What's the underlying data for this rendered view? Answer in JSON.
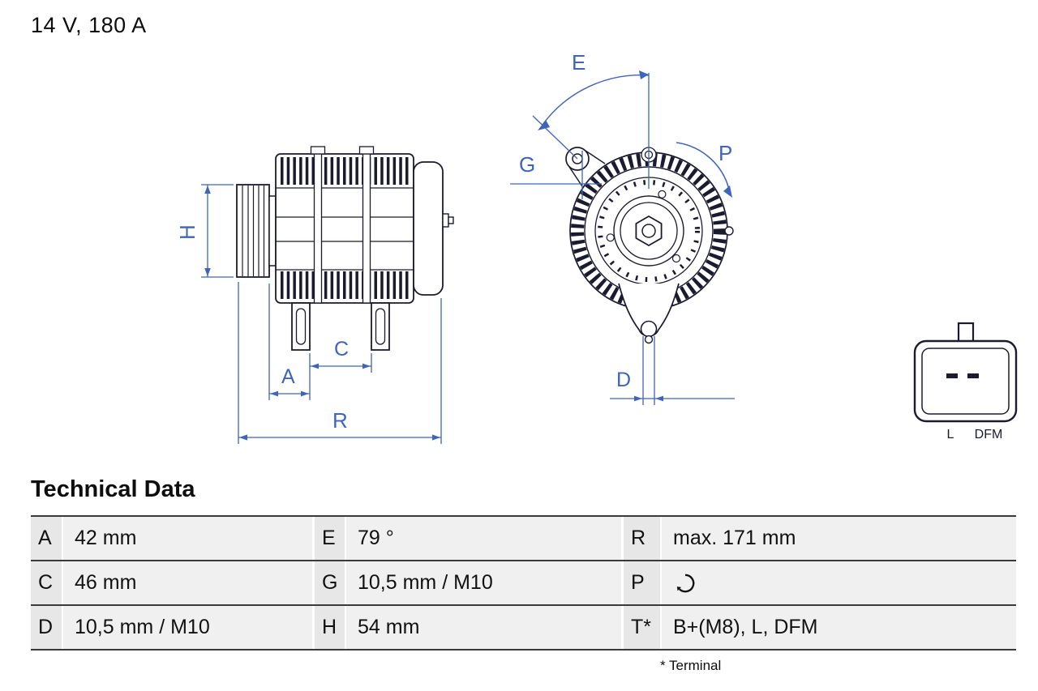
{
  "title": "14 V, 180 A",
  "diagram": {
    "dim_labels": {
      "H": "H",
      "A": "A",
      "C": "C",
      "R": "R",
      "E": "E",
      "G": "G",
      "P": "P",
      "D": "D"
    },
    "connector_labels": {
      "left": "L",
      "right": "DFM"
    }
  },
  "table": {
    "heading": "Technical Data",
    "rows": [
      {
        "c1k": "A",
        "c1v": "42 mm",
        "c2k": "E",
        "c2v": "79 °",
        "c3k": "R",
        "c3v": "max. 171 mm"
      },
      {
        "c1k": "C",
        "c1v": "46 mm",
        "c2k": "G",
        "c2v": "10,5 mm / M10",
        "c3k": "P",
        "c3v": ""
      },
      {
        "c1k": "D",
        "c1v": "10,5 mm / M10",
        "c2k": "H",
        "c2v": "54 mm",
        "c3k": "T*",
        "c3v": "B+(M8), L, DFM"
      }
    ],
    "footnote": "* Terminal"
  },
  "icons": {
    "p_value": "rotation-direction"
  },
  "colors": {
    "drawing_line": "#1b1b2f",
    "dimension_blue": "#3e64bb",
    "table_key_bg": "#e7e7e7",
    "table_value_bg": "#f0f0f0"
  }
}
